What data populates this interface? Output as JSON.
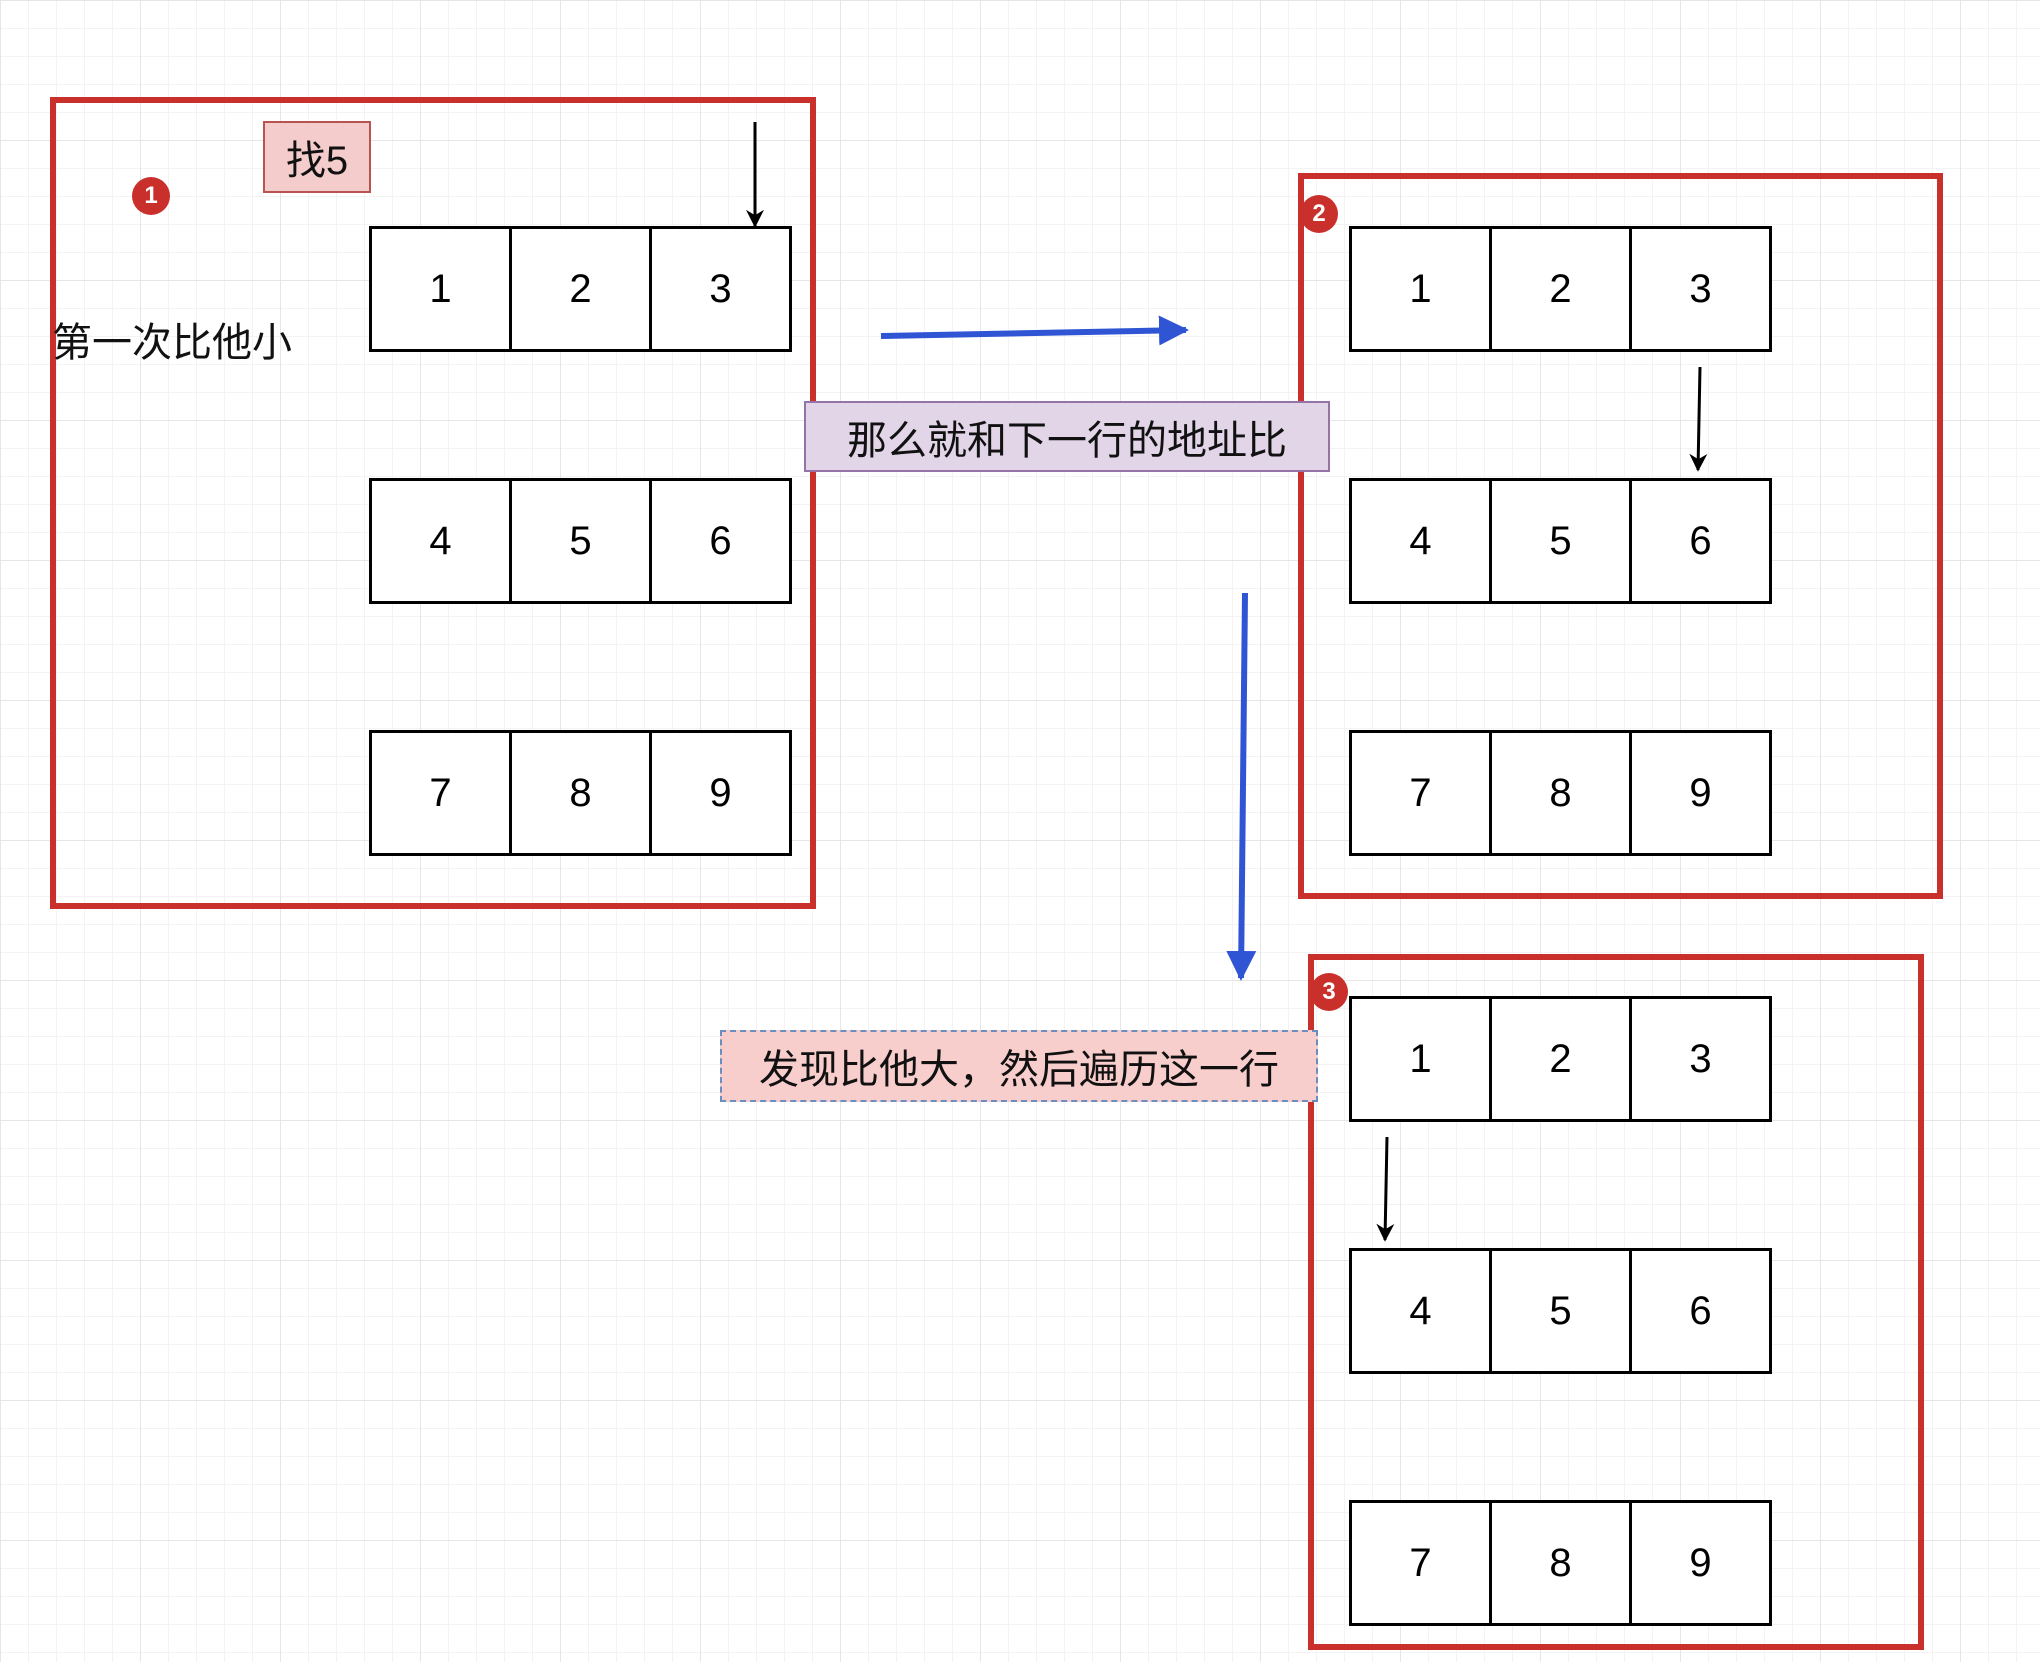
{
  "labels": {
    "find_target": "找5",
    "first_compare": "第一次比他小",
    "next_row": "那么就和下一行的地址比",
    "traverse_row": "发现比他大，然后遍历这一行"
  },
  "panels": [
    {
      "badge": "1",
      "cells": [
        "1",
        "2",
        "3",
        "4",
        "5",
        "6",
        "7",
        "8",
        "9"
      ]
    },
    {
      "badge": "2",
      "cells": [
        "1",
        "2",
        "3",
        "4",
        "5",
        "6",
        "7",
        "8",
        "9"
      ]
    },
    {
      "badge": "3",
      "cells": [
        "1",
        "2",
        "3",
        "4",
        "5",
        "6",
        "7",
        "8",
        "9"
      ]
    }
  ],
  "colors": {
    "panel_border": "#c9302c",
    "flow_arrow": "#2f55d4",
    "pointer_arrow": "#000000",
    "find_box_fill": "#f4cccc",
    "find_box_border": "#b85450",
    "next_row_fill": "#e1d5e7",
    "next_row_border": "#9673a6",
    "traverse_fill": "#f8cecc",
    "traverse_border": "#6c8ebf"
  }
}
